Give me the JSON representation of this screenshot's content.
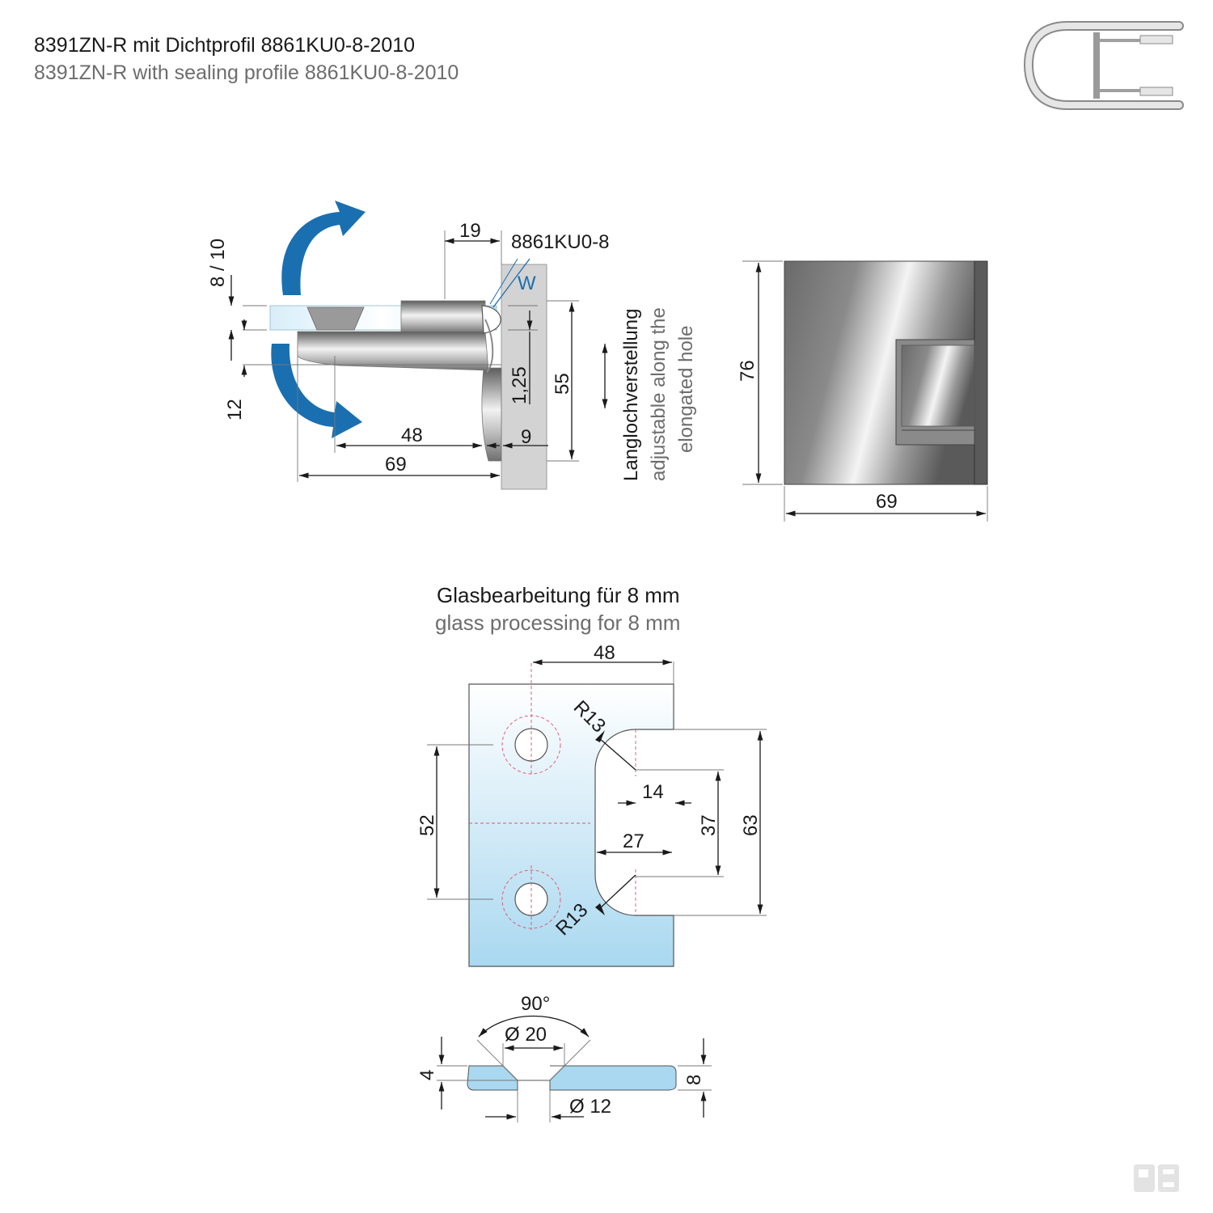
{
  "header": {
    "title_de": "8391ZN-R mit Dichtprofil 8861KU0-8-2010",
    "title_en": "8391ZN-R with sealing profile 8861KU0-8-2010"
  },
  "side_view": {
    "dim_19": "19",
    "profile_label": "8861KU0-8",
    "w_label": "W",
    "dim_glass": "8 / 10",
    "dim_12": "12",
    "dim_1_25": "1,25",
    "dim_55": "55",
    "dim_48": "48",
    "dim_69": "69",
    "dim_9": "9"
  },
  "adjust_note": {
    "de": "Langlochverstellung",
    "en_line1": "adjustable along the",
    "en_line2": "elongated hole"
  },
  "front_view": {
    "dim_76": "76",
    "dim_69": "69"
  },
  "glass_processing": {
    "title_de": "Glasbearbeitung für 8 mm",
    "title_en": "glass processing for 8 mm",
    "dim_48": "48",
    "radius_top": "R13",
    "radius_bottom": "R13",
    "dim_14": "14",
    "dim_27": "27",
    "dim_37": "37",
    "dim_52": "52",
    "dim_63": "63"
  },
  "section_view": {
    "angle": "90°",
    "dia_20": "Ø 20",
    "dia_12": "Ø 12",
    "dim_4": "4",
    "dim_8": "8"
  },
  "colors": {
    "arrow_blue": "#1a6fb0",
    "glass_blue": "#9fd3ee",
    "metal": "#6a6a6a",
    "dimension": "#1a1a1a"
  },
  "icons": [
    "rotation-arrow-icon",
    "sealing-profile-icon",
    "brand-logo"
  ]
}
